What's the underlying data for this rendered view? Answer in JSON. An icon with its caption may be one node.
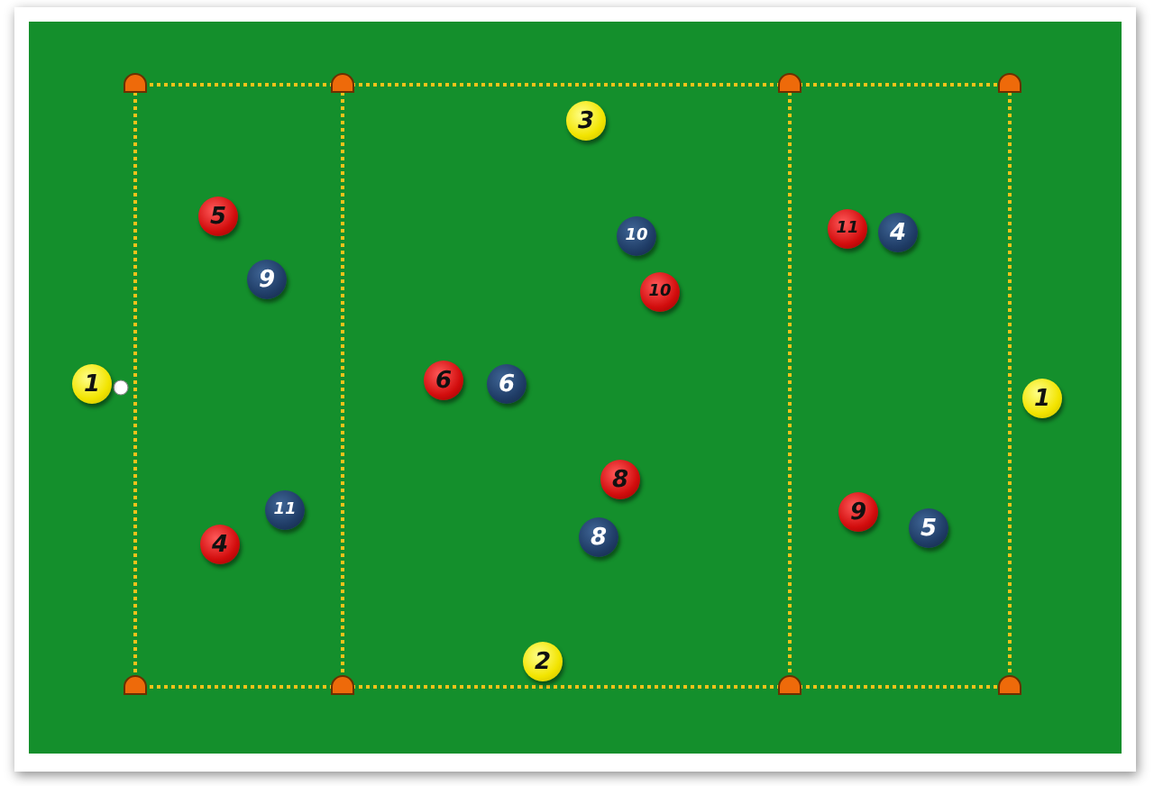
{
  "diagram": {
    "nodes": [
      {
        "text": [
          "3"
        ]
      },
      {
        "text": [
          "5"
        ]
      },
      {
        "text": [
          "11"
        ]
      },
      {
        "text": [
          "4"
        ]
      },
      {
        "text": [
          "10"
        ]
      },
      {
        "text": [
          "9"
        ]
      },
      {
        "text": [
          "10"
        ]
      },
      {
        "text": [
          "6"
        ]
      },
      {
        "text": [
          "1"
        ]
      },
      {
        "text": [
          "6"
        ]
      },
      {
        "text": [
          "1"
        ]
      },
      {
        "text": [
          "8"
        ]
      },
      {
        "text": [
          "11"
        ]
      },
      {
        "text": [
          "9"
        ]
      },
      {
        "text": [
          "5"
        ]
      },
      {
        "text": [
          "8"
        ]
      },
      {
        "text": [
          "4"
        ]
      },
      {
        "text": [
          "2"
        ]
      }
    ]
  }
}
